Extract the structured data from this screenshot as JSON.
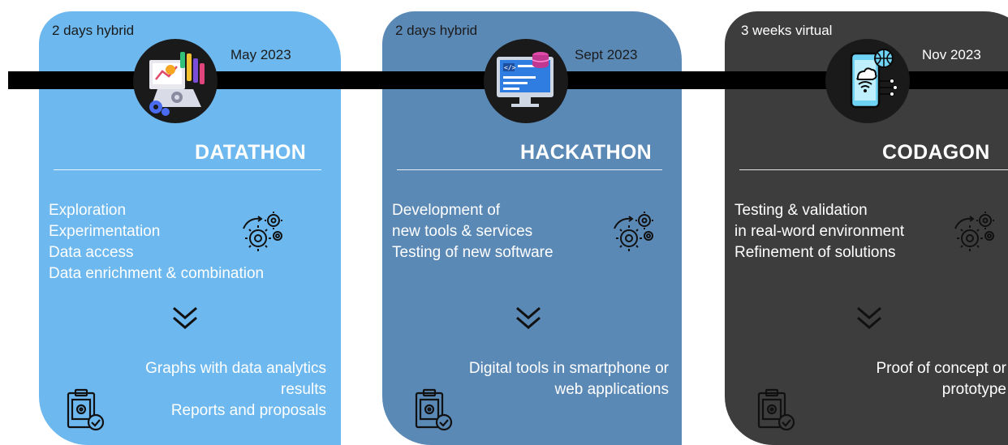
{
  "events": [
    {
      "format": "2 days hybrid",
      "date": "May 2023",
      "title": "DATATHON",
      "activities": [
        "Exploration",
        "Experimentation",
        "Data access",
        "Data enrichment & combination"
      ],
      "outcomes": [
        "Graphs with data analytics",
        "results",
        "Reports and proposals"
      ],
      "icon": "data-analytics-icon",
      "color": "#6db8ee"
    },
    {
      "format": "2 days hybrid",
      "date": "Sept 2023",
      "title": "HACKATHON",
      "activities": [
        "Development of",
        "new tools & services",
        "Testing of new software"
      ],
      "outcomes": [
        "Digital tools in smartphone or",
        "web applications"
      ],
      "icon": "computer-code-icon",
      "color": "#5b89b6"
    },
    {
      "format": "3 weeks virtual",
      "date": "Nov 2023",
      "title": "CODAGON",
      "activities": [
        "Testing & validation",
        "in real-word environment",
        "Refinement of solutions"
      ],
      "outcomes": [
        "Proof of concept or",
        "prototype"
      ],
      "icon": "smartphone-cloud-icon",
      "color": "#3d3d3d"
    }
  ]
}
